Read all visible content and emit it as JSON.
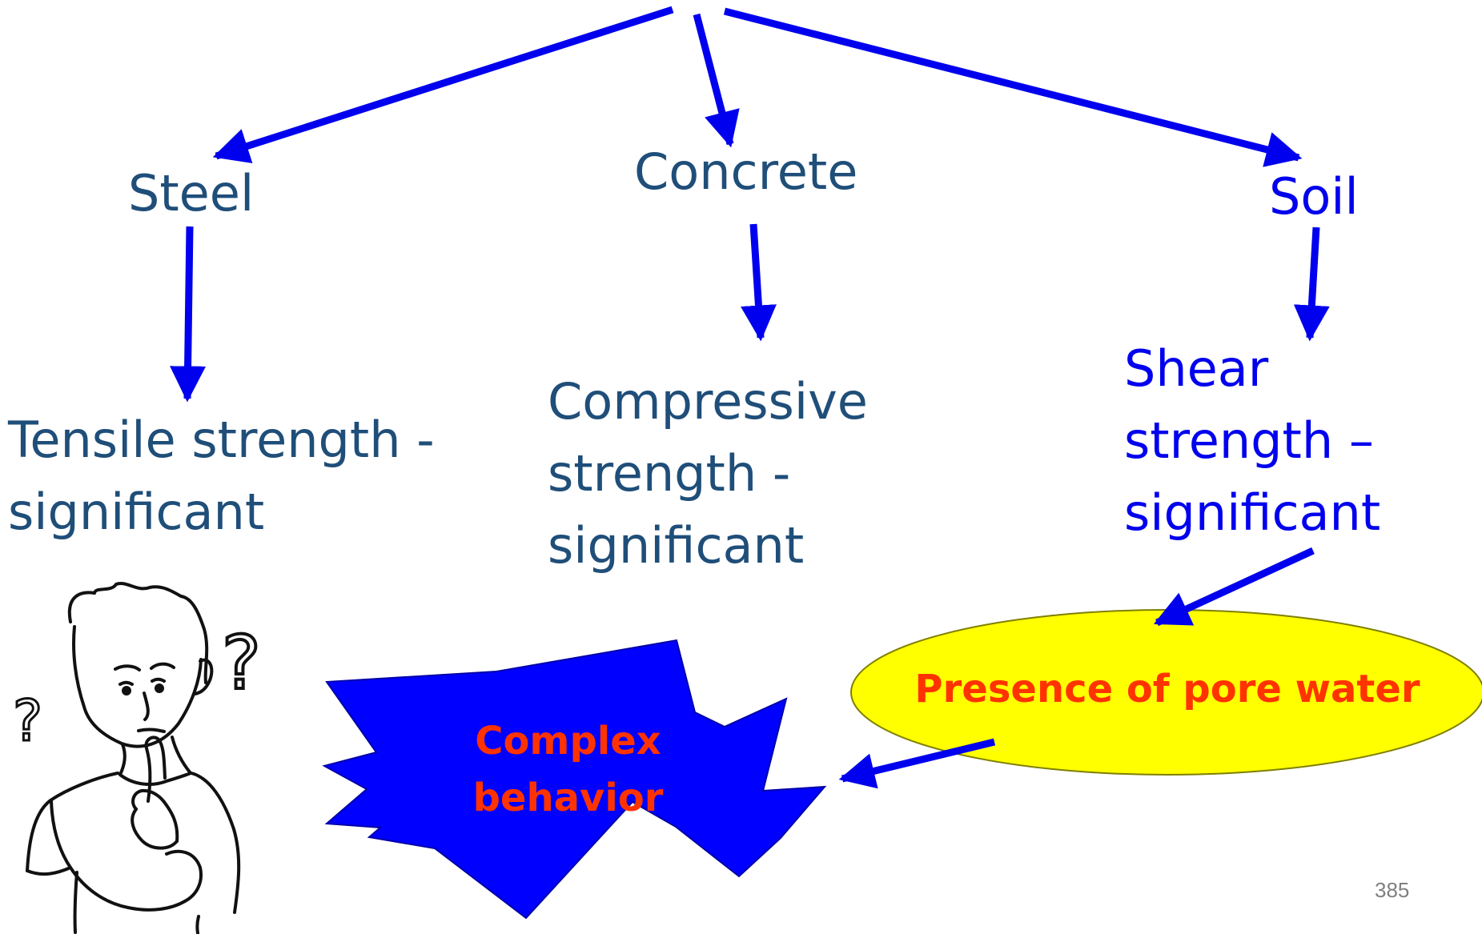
{
  "colors": {
    "arrow": "#0000ee",
    "material_text": "#1f4e79",
    "soil_text": "#0000ee",
    "emphasis_text": "#ff3300",
    "burst_fill": "#0000ff",
    "ellipse_fill": "#ffff00"
  },
  "materials": {
    "steel": "Steel",
    "concrete": "Concrete",
    "soil": "Soil"
  },
  "properties": {
    "steel": "Tensile strength -\nsignificant",
    "concrete": "Compressive\nstrength -\nsignificant",
    "soil": "Shear\nstrength –\nsignificant"
  },
  "pore_water": "Presence of pore water",
  "complex_behavior": "Complex\nbehavior",
  "slide_number": "385",
  "illustration": {
    "icon": "thinking-person-icon",
    "question_marks": [
      "?",
      "?"
    ]
  }
}
